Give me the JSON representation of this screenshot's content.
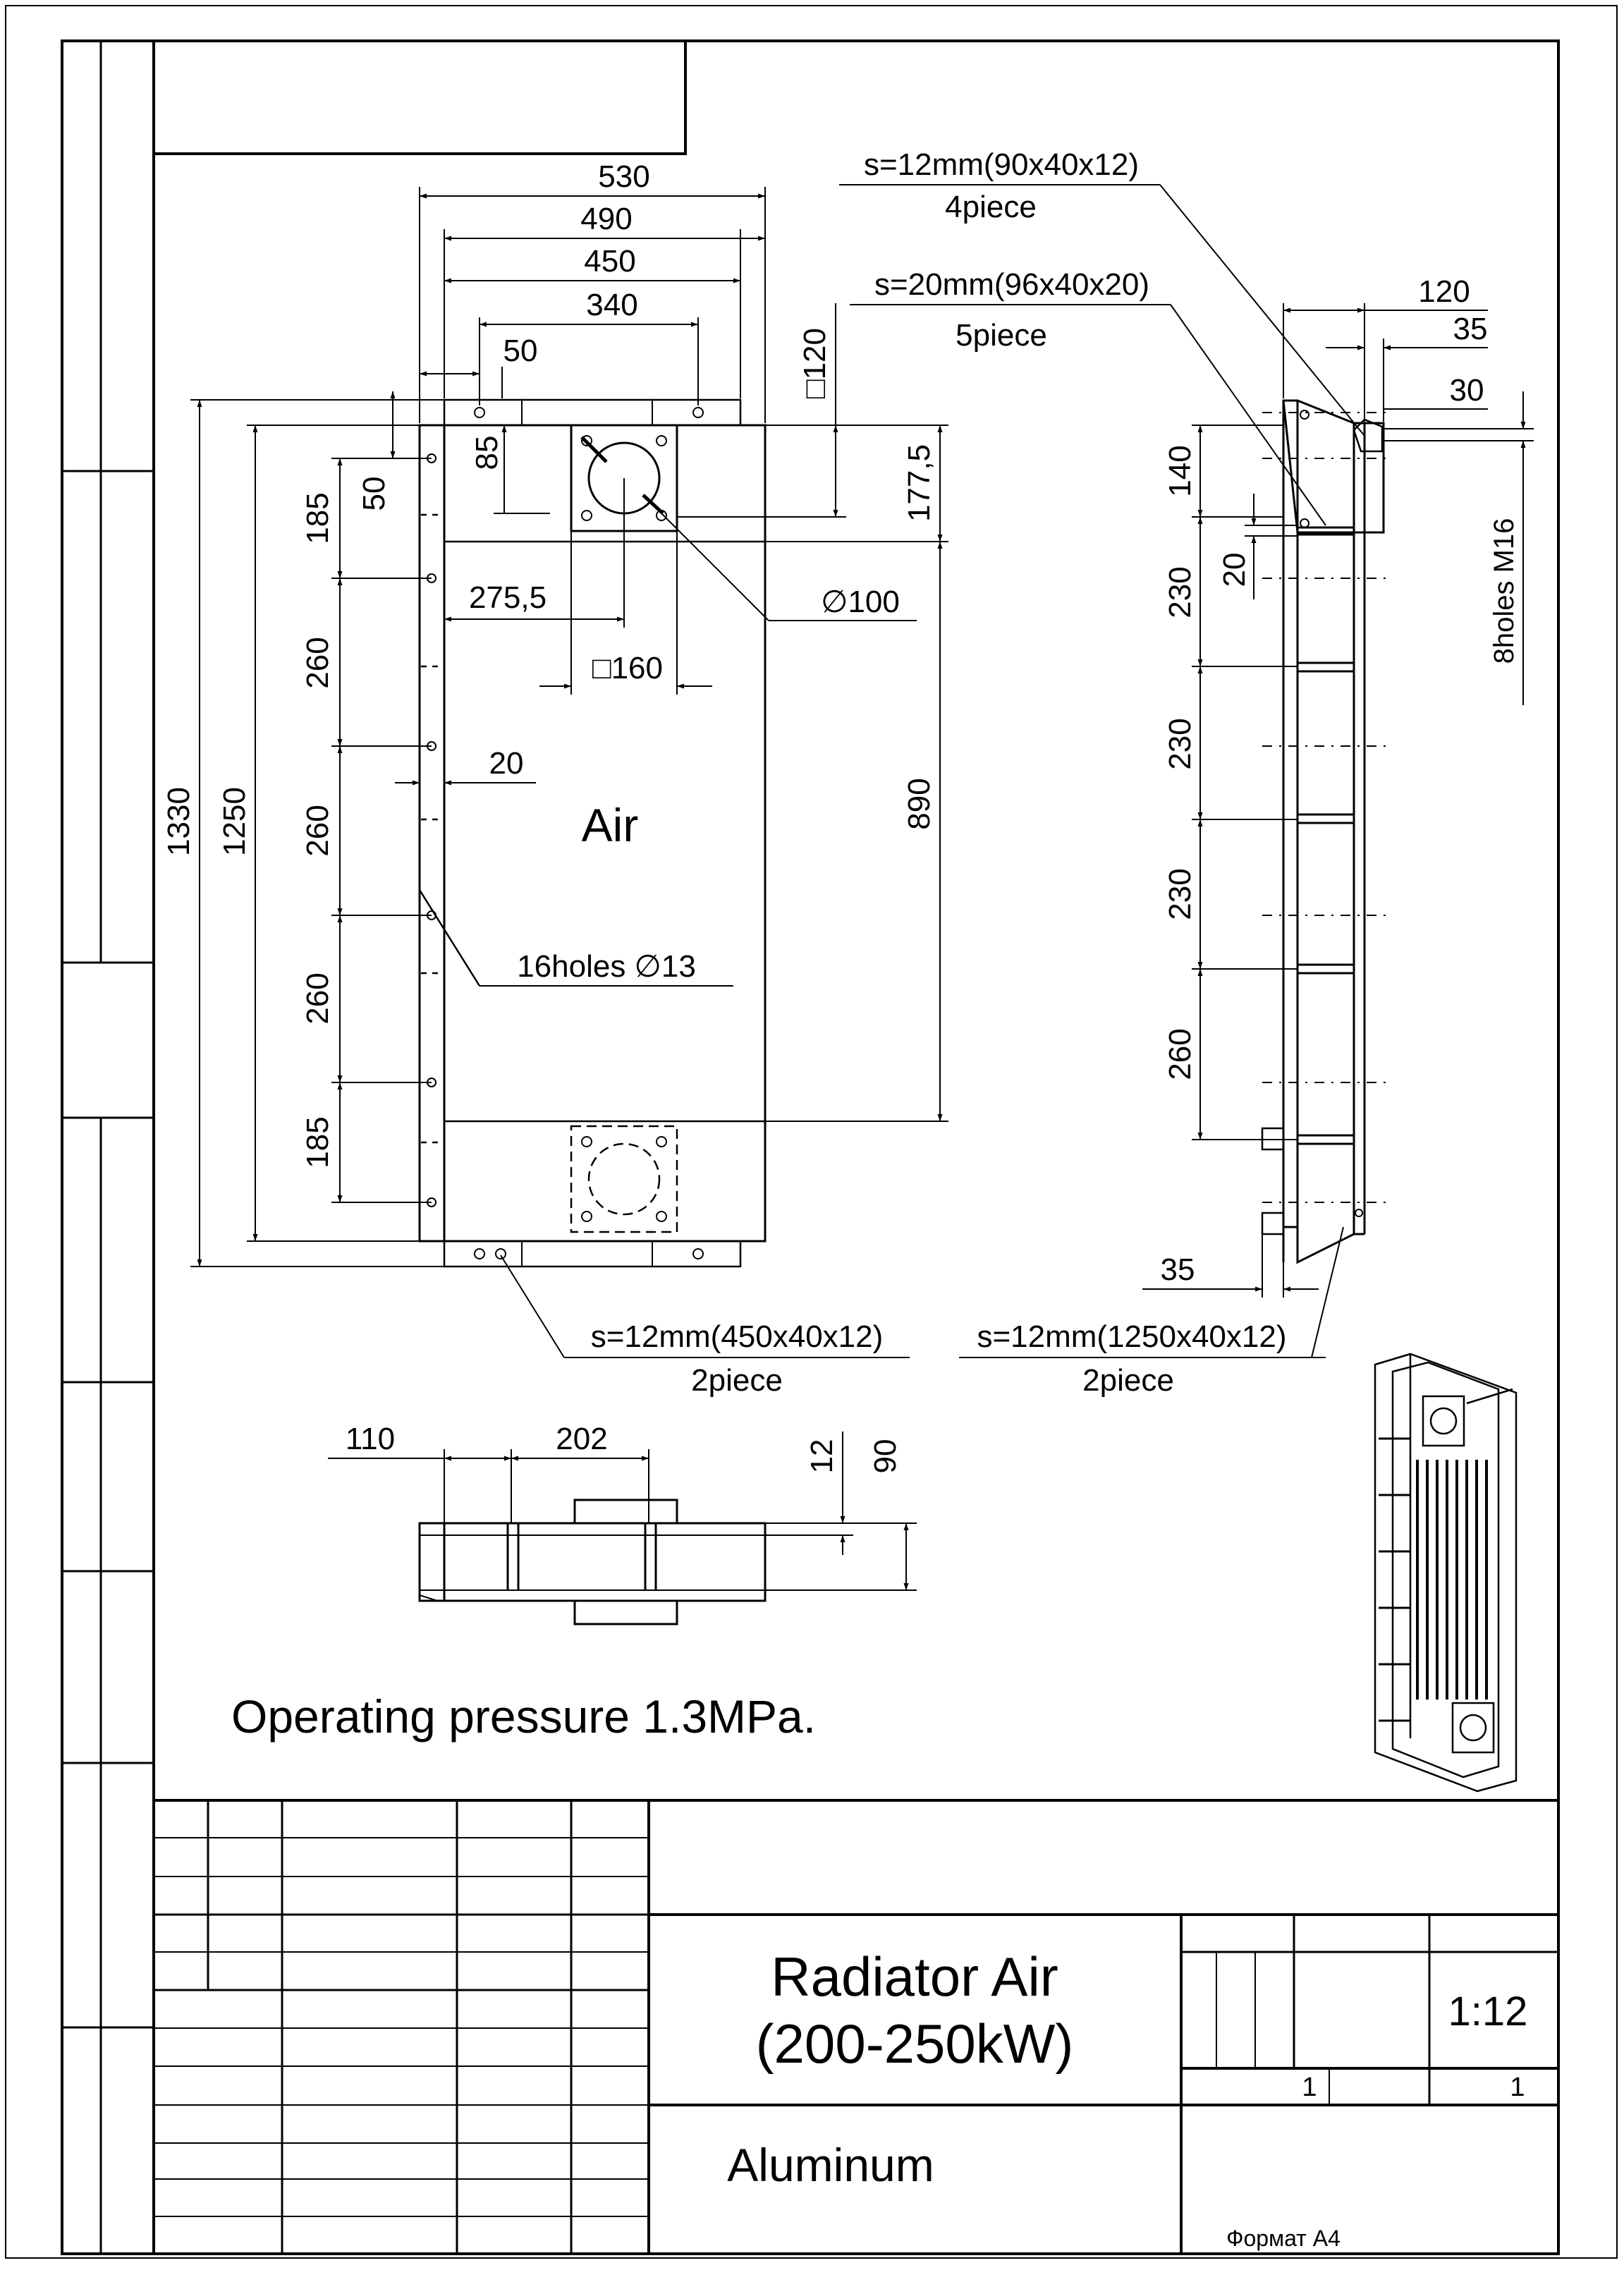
{
  "front_view": {
    "widths": {
      "w530": "530",
      "w490": "490",
      "w450": "450",
      "w340": "340",
      "w50": "50"
    },
    "heights": {
      "h1330": "1330",
      "h1250": "1250",
      "h890": "890",
      "h177": "177,5",
      "h120": "□120",
      "h85": "85",
      "h50": "50",
      "h20": "20",
      "p185a": "185",
      "p260a": "260",
      "p260b": "260",
      "p260c": "260",
      "p185b": "185"
    },
    "center_offset": "275,5",
    "flange_square": "□160",
    "port_diameter": "∅100",
    "holes_note": "16holes ∅13",
    "medium_label": "Air"
  },
  "side_view": {
    "w120": "120",
    "w35": "35",
    "w30": "30",
    "h140": "140",
    "h20": "20",
    "h230a": "230",
    "h230b": "230",
    "h230c": "230",
    "h260": "260",
    "bottom35": "35",
    "holes_note": "8holes M16"
  },
  "callouts": {
    "c1_spec": "s=12mm(90x40x12)",
    "c1_qty": "4piece",
    "c2_spec": "s=20mm(96x40x20)",
    "c2_qty": "5piece",
    "c3_spec": "s=12mm(450x40x12)",
    "c3_qty": "2piece",
    "c4_spec": "s=12mm(1250x40x12)",
    "c4_qty": "2piece"
  },
  "bottom_view": {
    "d110": "110",
    "d202": "202",
    "d12": "12",
    "d90": "90"
  },
  "note": "Operating pressure 1.3MPa.",
  "title_block": {
    "title_line1": "Radiator Air",
    "title_line2": "(200-250kW)",
    "material": "Aluminum",
    "scale": "1:12",
    "sheet_num": "1",
    "sheets_total": "1",
    "format": "Формат А4"
  }
}
